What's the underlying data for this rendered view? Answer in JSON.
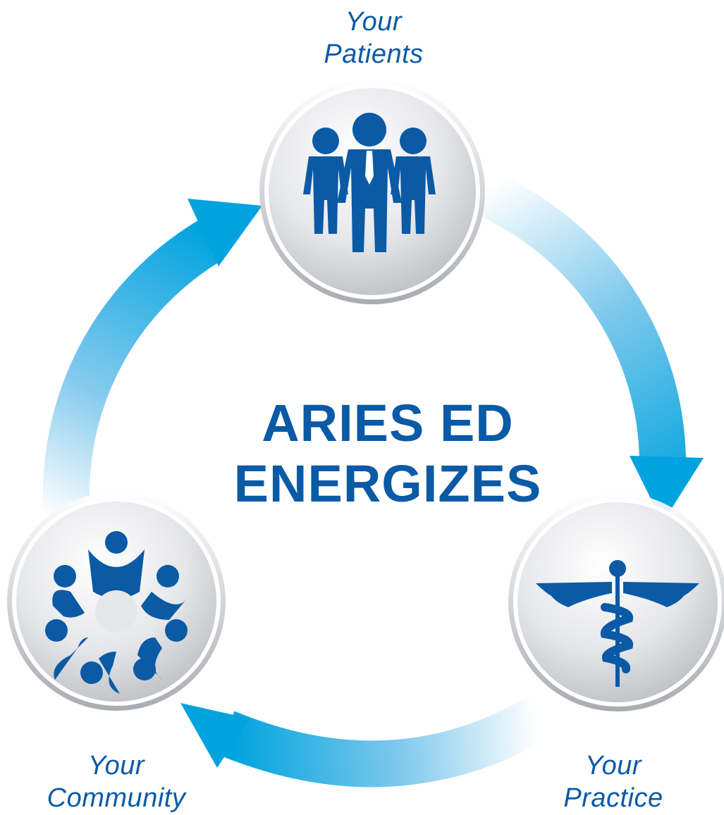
{
  "title": {
    "line1": "ARIES ED",
    "line2": "ENERGIZES"
  },
  "nodes": {
    "patients": {
      "line1": "Your",
      "line2": "Patients",
      "icon": "people-group-icon"
    },
    "practice": {
      "line1": "Your",
      "line2": "Practice",
      "icon": "caduceus-icon"
    },
    "community": {
      "line1": "Your",
      "line2": "Community",
      "icon": "community-circle-icon"
    }
  },
  "colors": {
    "arrow": "#00a3de",
    "arrow_fade": "#e8f4fb",
    "icon": "#0a5aa6",
    "text": "#0a5aa6",
    "circle_light": "#f4f4f6",
    "circle_dark": "#c8c9cd"
  }
}
